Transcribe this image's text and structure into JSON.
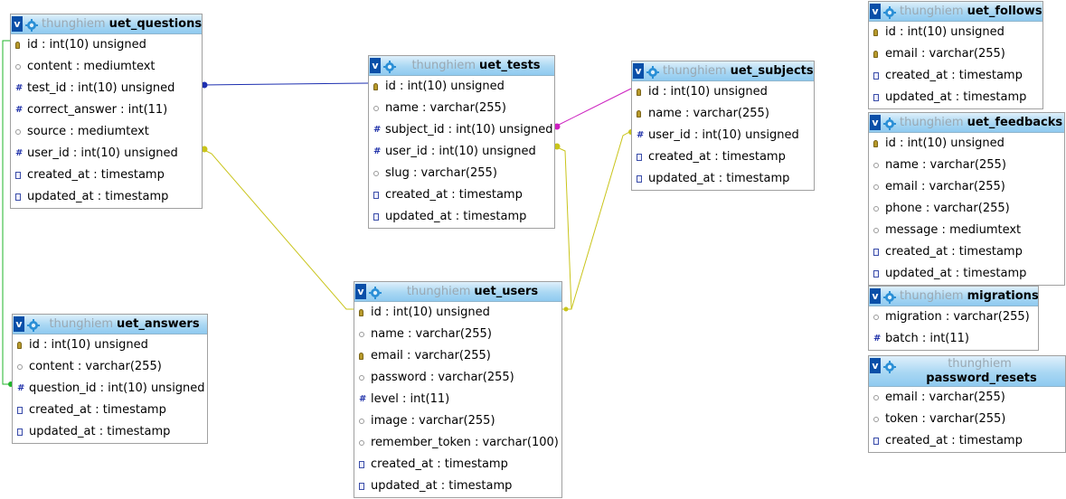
{
  "schema": {
    "tables": [
      {
        "db": "thunghiem",
        "name": "uet_questions",
        "columns": [
          {
            "label": "id : int(10) unsigned",
            "icon": "key-icon"
          },
          {
            "label": "content : mediumtext",
            "icon": "text-type-icon"
          },
          {
            "label": "test_id : int(10) unsigned",
            "icon": "numeric-type-icon"
          },
          {
            "label": "correct_answer : int(11)",
            "icon": "numeric-type-icon"
          },
          {
            "label": "source : mediumtext",
            "icon": "text-type-icon"
          },
          {
            "label": "user_id : int(10) unsigned",
            "icon": "numeric-type-icon"
          },
          {
            "label": "created_at : timestamp",
            "icon": "datetime-type-icon"
          },
          {
            "label": "updated_at : timestamp",
            "icon": "datetime-type-icon"
          }
        ]
      },
      {
        "db": "thunghiem",
        "name": "uet_answers",
        "columns": [
          {
            "label": "id : int(10) unsigned",
            "icon": "key-icon"
          },
          {
            "label": "content : varchar(255)",
            "icon": "text-type-icon"
          },
          {
            "label": "question_id : int(10) unsigned",
            "icon": "numeric-type-icon"
          },
          {
            "label": "created_at : timestamp",
            "icon": "datetime-type-icon"
          },
          {
            "label": "updated_at : timestamp",
            "icon": "datetime-type-icon"
          }
        ]
      },
      {
        "db": "thunghiem",
        "name": "uet_tests",
        "columns": [
          {
            "label": "id : int(10) unsigned",
            "icon": "key-icon"
          },
          {
            "label": "name : varchar(255)",
            "icon": "text-type-icon"
          },
          {
            "label": "subject_id : int(10) unsigned",
            "icon": "numeric-type-icon"
          },
          {
            "label": "user_id : int(10) unsigned",
            "icon": "numeric-type-icon"
          },
          {
            "label": "slug : varchar(255)",
            "icon": "text-type-icon"
          },
          {
            "label": "created_at : timestamp",
            "icon": "datetime-type-icon"
          },
          {
            "label": "updated_at : timestamp",
            "icon": "datetime-type-icon"
          }
        ]
      },
      {
        "db": "thunghiem",
        "name": "uet_users",
        "columns": [
          {
            "label": "id : int(10) unsigned",
            "icon": "key-icon"
          },
          {
            "label": "name : varchar(255)",
            "icon": "text-type-icon"
          },
          {
            "label": "email : varchar(255)",
            "icon": "key-icon"
          },
          {
            "label": "password : varchar(255)",
            "icon": "text-type-icon"
          },
          {
            "label": "level : int(11)",
            "icon": "numeric-type-icon"
          },
          {
            "label": "image : varchar(255)",
            "icon": "text-type-icon"
          },
          {
            "label": "remember_token : varchar(100)",
            "icon": "text-type-icon"
          },
          {
            "label": "created_at : timestamp",
            "icon": "datetime-type-icon"
          },
          {
            "label": "updated_at : timestamp",
            "icon": "datetime-type-icon"
          }
        ]
      },
      {
        "db": "thunghiem",
        "name": "uet_subjects",
        "columns": [
          {
            "label": "id : int(10) unsigned",
            "icon": "key-icon"
          },
          {
            "label": "name : varchar(255)",
            "icon": "key-icon"
          },
          {
            "label": "user_id : int(10) unsigned",
            "icon": "numeric-type-icon"
          },
          {
            "label": "created_at : timestamp",
            "icon": "datetime-type-icon"
          },
          {
            "label": "updated_at : timestamp",
            "icon": "datetime-type-icon"
          }
        ]
      },
      {
        "db": "thunghiem",
        "name": "uet_follows",
        "columns": [
          {
            "label": "id : int(10) unsigned",
            "icon": "key-icon"
          },
          {
            "label": "email : varchar(255)",
            "icon": "key-icon"
          },
          {
            "label": "created_at : timestamp",
            "icon": "datetime-type-icon"
          },
          {
            "label": "updated_at : timestamp",
            "icon": "datetime-type-icon"
          }
        ]
      },
      {
        "db": "thunghiem",
        "name": "uet_feedbacks",
        "columns": [
          {
            "label": "id : int(10) unsigned",
            "icon": "key-icon"
          },
          {
            "label": "name : varchar(255)",
            "icon": "text-type-icon"
          },
          {
            "label": "email : varchar(255)",
            "icon": "text-type-icon"
          },
          {
            "label": "phone : varchar(255)",
            "icon": "text-type-icon"
          },
          {
            "label": "message : mediumtext",
            "icon": "text-type-icon"
          },
          {
            "label": "created_at : timestamp",
            "icon": "datetime-type-icon"
          },
          {
            "label": "updated_at : timestamp",
            "icon": "datetime-type-icon"
          }
        ]
      },
      {
        "db": "thunghiem",
        "name": "migrations",
        "columns": [
          {
            "label": "migration : varchar(255)",
            "icon": "text-type-icon"
          },
          {
            "label": "batch : int(11)",
            "icon": "numeric-type-icon"
          }
        ]
      },
      {
        "db": "thunghiem",
        "name": "password_resets",
        "columns": [
          {
            "label": "email : varchar(255)",
            "icon": "text-type-icon"
          },
          {
            "label": "token : varchar(255)",
            "icon": "text-type-icon"
          },
          {
            "label": "created_at : timestamp",
            "icon": "datetime-type-icon"
          }
        ]
      }
    ],
    "toggle_label": "v",
    "colors": {
      "header_gradient_top": "#dff0fb",
      "header_gradient_bottom": "#8fcaf0",
      "toggle_bg": "#0a4fa8",
      "db_name_text": "#9aa8b2",
      "link_blue": "#1d2fb0",
      "link_magenta": "#cc1fbf",
      "link_yellow": "#c9c41a",
      "link_green": "#1fb52a"
    }
  }
}
